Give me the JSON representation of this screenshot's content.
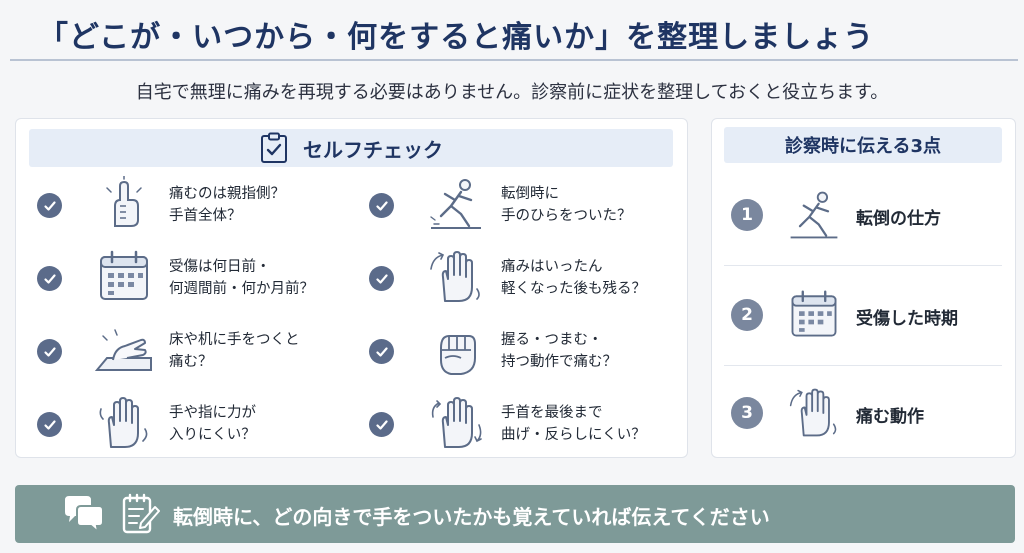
{
  "header": {
    "title": "「どこが・いつから・何をすると痛いか」を整理しましょう",
    "subtitle": "自宅で無理に痛みを再現する必要はありません。診察前に症状を整理しておくと役立ちます。"
  },
  "self_check": {
    "heading": "セルフチェック",
    "heading_icon": "clipboard-check-icon",
    "items": [
      {
        "icon": "thumb-hand-icon",
        "text": "痛むのは親指側？\n手首全体？"
      },
      {
        "icon": "calendar-icon",
        "text": "受傷は何日前・\n何週間前・何か月前？"
      },
      {
        "icon": "hand-on-desk-icon",
        "text": "床や机に手をつくと\n痛む？"
      },
      {
        "icon": "hand-weak-icon",
        "text": "手や指に力が\n入りにくい？"
      },
      {
        "icon": "falling-person-icon",
        "text": "転倒時に\n手のひらをついた？"
      },
      {
        "icon": "hand-motion-icon",
        "text": "痛みはいったん\n軽くなった後も残る？"
      },
      {
        "icon": "fist-grip-icon",
        "text": "握る・つまむ・\n持つ動作で痛む？"
      },
      {
        "icon": "wrist-bend-icon",
        "text": "手首を最後まで\n曲げ・反らしにくい？"
      }
    ]
  },
  "tell_points": {
    "heading": "診察時に伝える3点",
    "points": [
      {
        "num": "1",
        "icon": "falling-person-icon",
        "label": "転倒の仕方"
      },
      {
        "num": "2",
        "icon": "calendar-icon",
        "label": "受傷した時期"
      },
      {
        "num": "3",
        "icon": "hand-motion-icon",
        "label": "痛む動作"
      }
    ]
  },
  "footer": {
    "message": "転倒時に、どの向きで手をついたかも覚えていれば伝えてください",
    "icons": [
      "speech-bubbles-icon",
      "notepad-pen-icon"
    ]
  },
  "colors": {
    "title": "#1f3563",
    "band": "#e6edf7",
    "check_badge": "#5b6b8a",
    "number_badge": "#7a879e",
    "footer": "#7e9a98"
  }
}
